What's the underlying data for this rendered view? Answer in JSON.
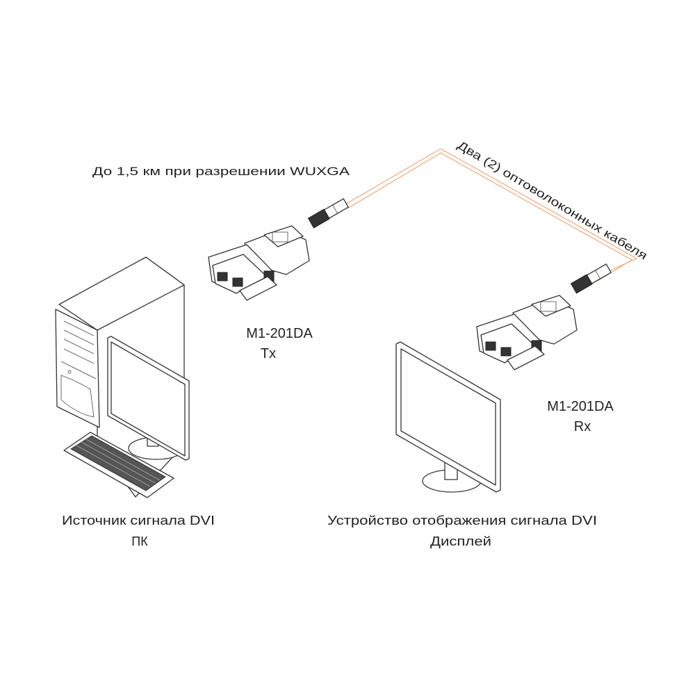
{
  "distance_note": "До 1,5 км при разрешении WUXGA",
  "cable_label": "Два (2) оптоволоконных кабеля",
  "transmitter": {
    "model": "M1-201DA",
    "role": "Tx"
  },
  "receiver": {
    "model": "M1-201DA",
    "role": "Rx"
  },
  "source": {
    "title": "Источник сигнала DVI",
    "subtitle": "ПК"
  },
  "display": {
    "title": "Устройство отображения сигнала DVI",
    "subtitle": "Дисплей"
  },
  "colors": {
    "cable": "#f0b48a",
    "line": "#333333"
  }
}
